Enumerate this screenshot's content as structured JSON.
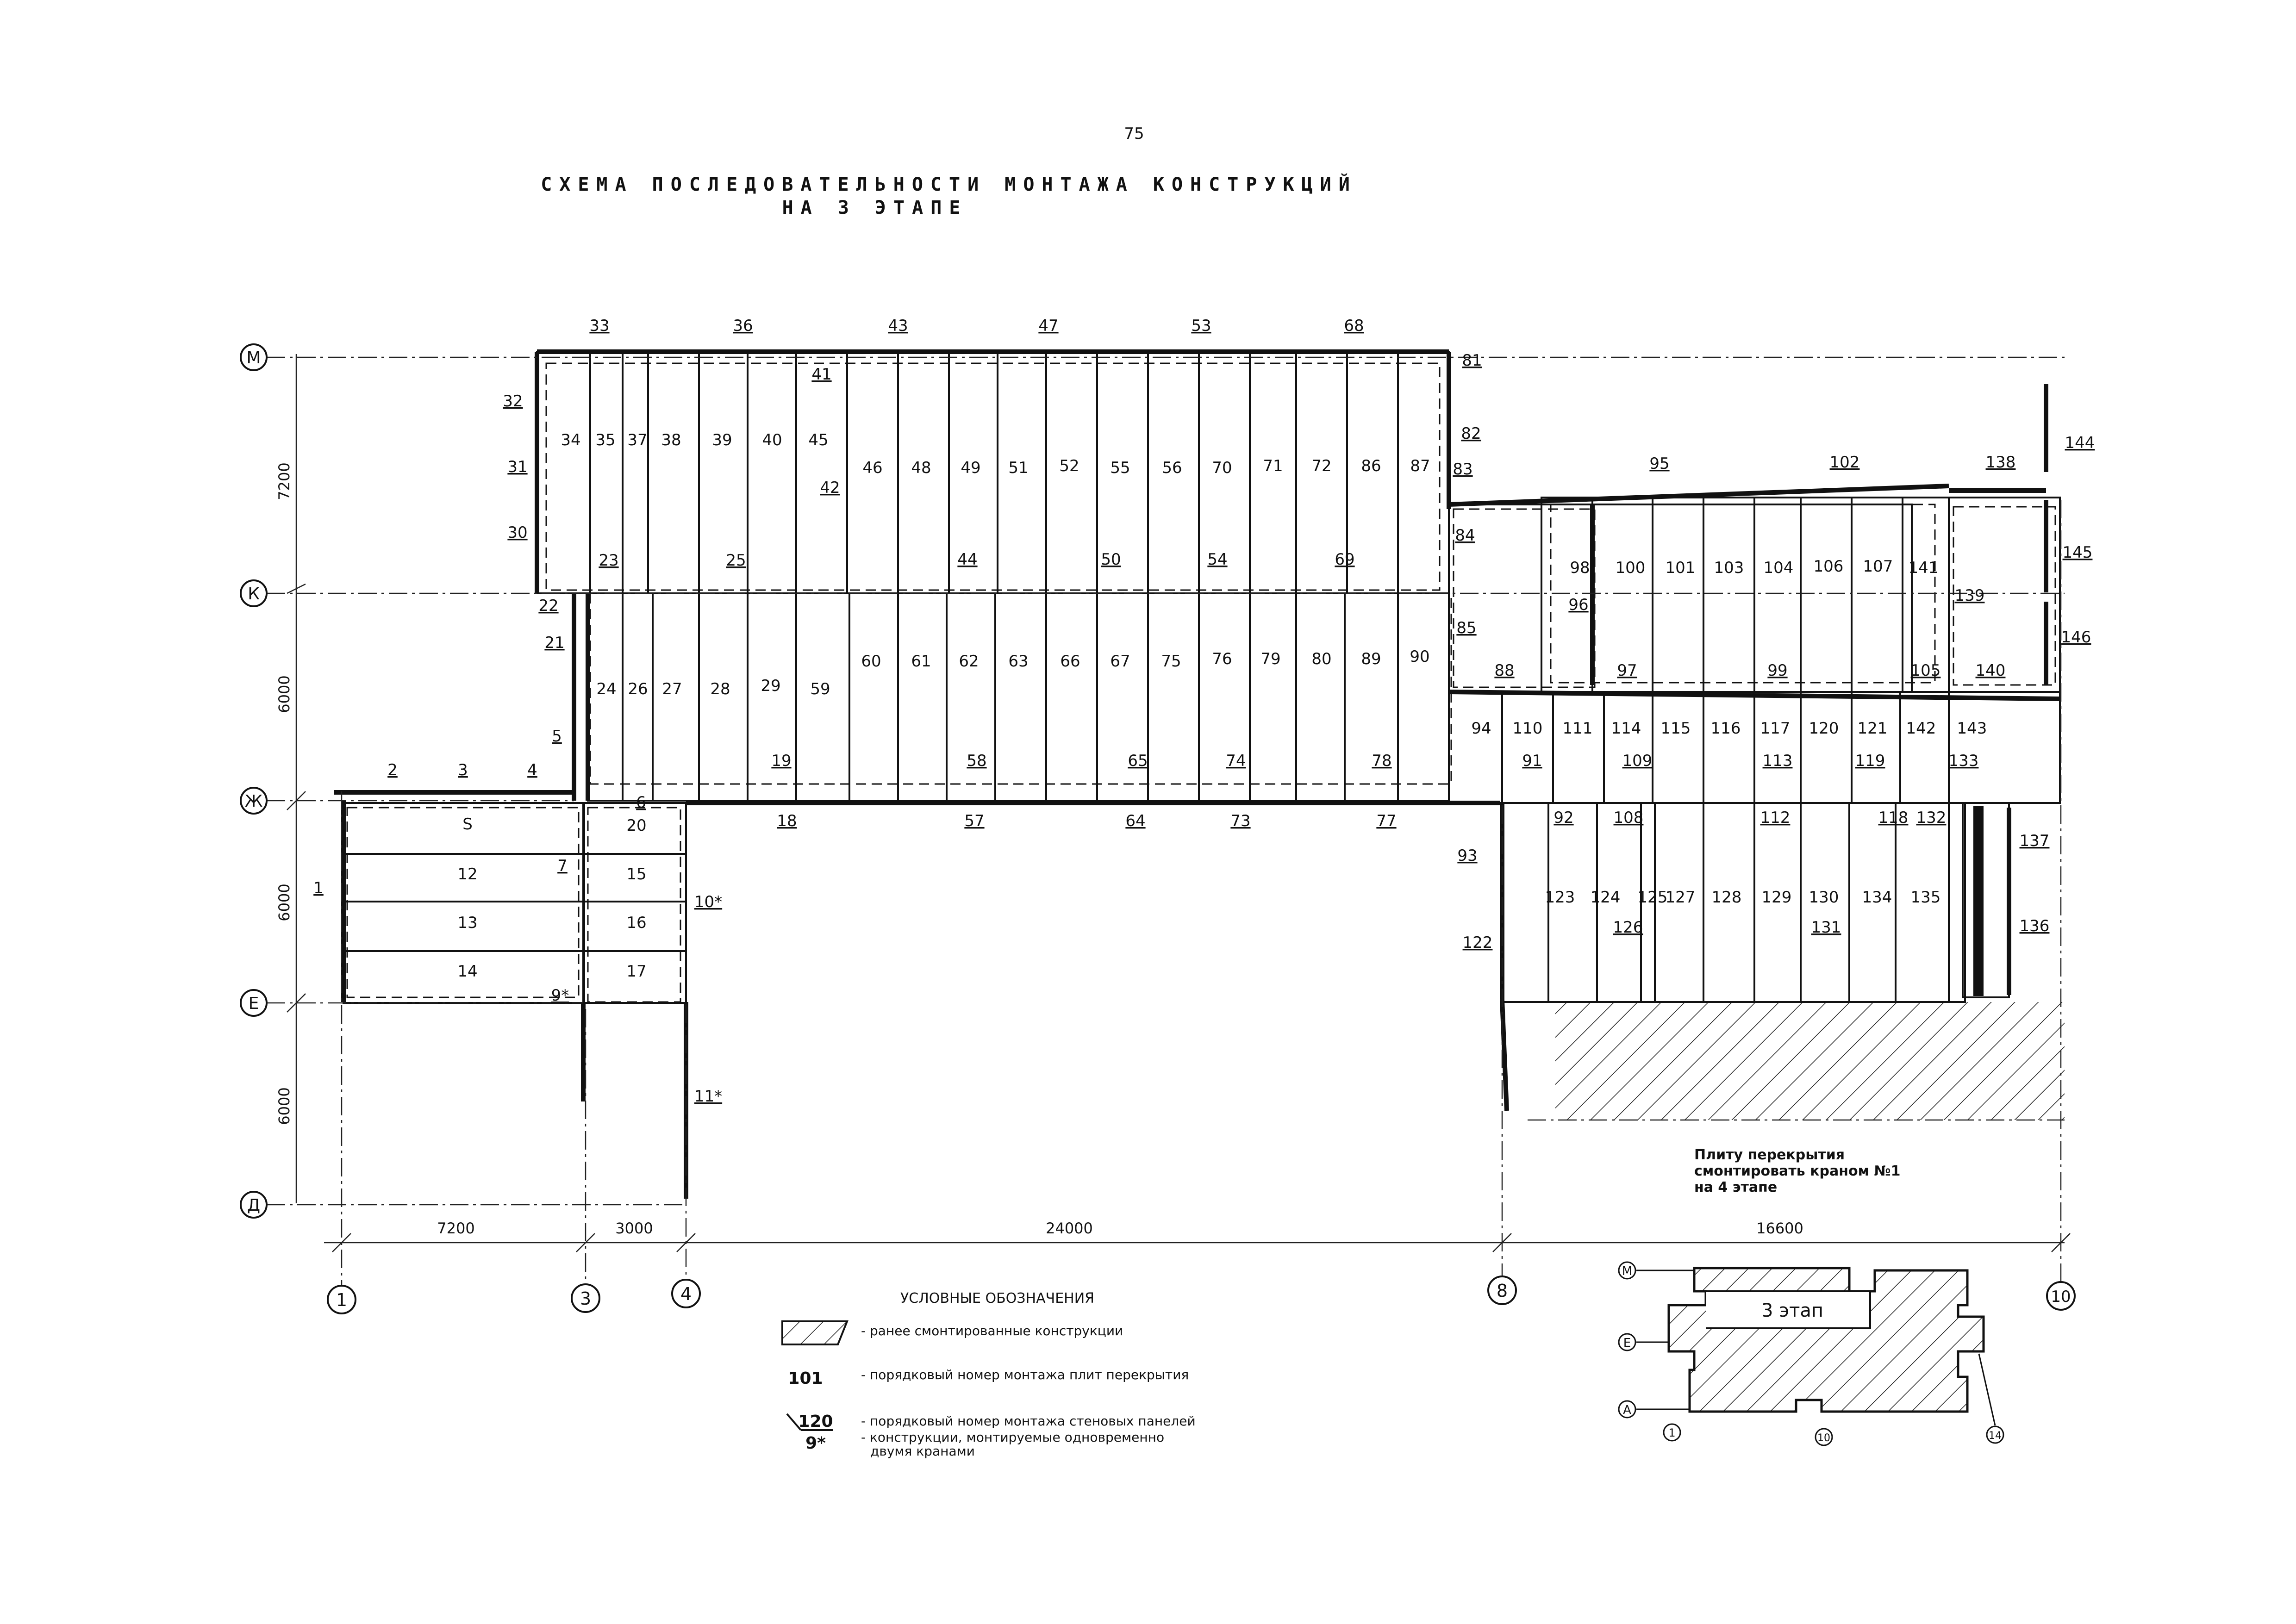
{
  "page_number": "75",
  "title_line1": "СХЕМА ПОСЛЕДОВАТЕЛЬНОСТИ МОНТАЖА КОНСТРУКЦИЙ",
  "title_line2": "НА 3 ЭТАПЕ",
  "axes_letters": [
    "М",
    "К",
    "Ж",
    "Е",
    "Д"
  ],
  "axes_numbers": [
    "1",
    "3",
    "4",
    "8",
    "10"
  ],
  "dims_vertical": [
    "7200",
    "6000",
    "6000",
    "6000"
  ],
  "dims_horizontal": [
    "7200",
    "3000",
    "24000",
    "16600"
  ],
  "slabs": [
    "S",
    "12",
    "13",
    "14",
    "15",
    "16",
    "17",
    "20",
    "24",
    "26",
    "27",
    "28",
    "29",
    "59",
    "60",
    "61",
    "62",
    "63",
    "66",
    "67",
    "75",
    "76",
    "79",
    "80",
    "89",
    "90",
    "34",
    "35",
    "37",
    "38",
    "39",
    "40",
    "45",
    "46",
    "48",
    "49",
    "51",
    "52",
    "55",
    "56",
    "70",
    "71",
    "72",
    "86",
    "87",
    "98",
    "100",
    "101",
    "103",
    "104",
    "106",
    "107",
    "141",
    "94",
    "110",
    "111",
    "114",
    "115",
    "116",
    "117",
    "120",
    "121",
    "142",
    "143",
    "123",
    "124",
    "125",
    "127",
    "128",
    "129",
    "130",
    "134",
    "135"
  ],
  "wall_labels": [
    "1",
    "2",
    "3",
    "4",
    "5",
    "6",
    "7",
    "9*",
    "10*",
    "11*",
    "18",
    "19",
    "21",
    "22",
    "23",
    "25",
    "30",
    "31",
    "32",
    "33",
    "36",
    "41",
    "42",
    "43",
    "44",
    "47",
    "50",
    "53",
    "54",
    "57",
    "58",
    "64",
    "65",
    "68",
    "69",
    "73",
    "74",
    "77",
    "78",
    "81",
    "82",
    "83",
    "84",
    "85",
    "88",
    "91",
    "92",
    "93",
    "95",
    "96",
    "97",
    "99",
    "102",
    "105",
    "108",
    "109",
    "112",
    "113",
    "118",
    "119",
    "122",
    "126",
    "131",
    "132",
    "133",
    "136",
    "137",
    "138",
    "139",
    "140",
    "144",
    "145",
    "146"
  ],
  "note": [
    "Плиту перекрытия",
    "смонтировать краном №1",
    "на 4 этапе"
  ],
  "legend": {
    "heading": "УСЛОВНЫЕ ОБОЗНАЧЕНИЯ",
    "item1": "- ранее смонтированные конструкции",
    "item2_sym": "101",
    "item2": "- порядковый номер монтажа плит перекрытия",
    "item3_sym": "120",
    "item3": "- порядковый номер монтажа стеновых панелей",
    "item4_sym": "9*",
    "item4a": "- конструкции, монтируемые одновременно",
    "item4b": "двумя кранами"
  },
  "key_plan": {
    "stage": "3 этап",
    "letters": [
      "М",
      "Е",
      "А"
    ],
    "numbers": [
      "1",
      "10",
      "14"
    ]
  }
}
